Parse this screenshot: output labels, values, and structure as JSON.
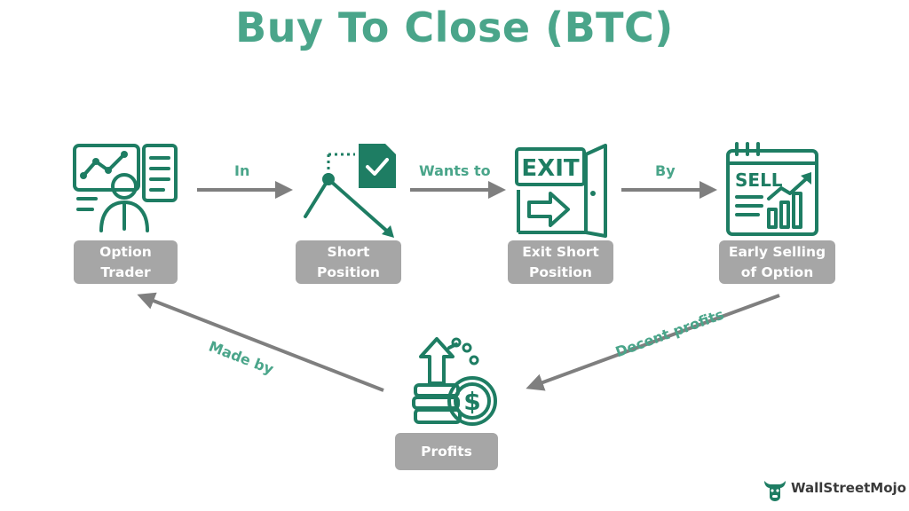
{
  "title": "Buy To Close (BTC)",
  "nodes": {
    "option_trader": "Option\nTrader",
    "short_position": "Short\nPosition",
    "exit_short_position": "Exit Short\nPosition",
    "early_selling": "Early Selling\nof Option",
    "profits": "Profits"
  },
  "connectors": {
    "in": "In",
    "wants_to": "Wants to",
    "by": "By",
    "decent_profits": "Decent profits",
    "made_by": "Made by"
  },
  "icons": {
    "exit_sign": "EXIT",
    "sell_sign": "SELL",
    "dollar_symbol": "$"
  },
  "brand": "WallStreetMojo",
  "colors": {
    "accent": "#1e7d63",
    "title": "#4aa58a",
    "label_bg": "#a6a6a6",
    "arrow": "#7f7f7f"
  }
}
